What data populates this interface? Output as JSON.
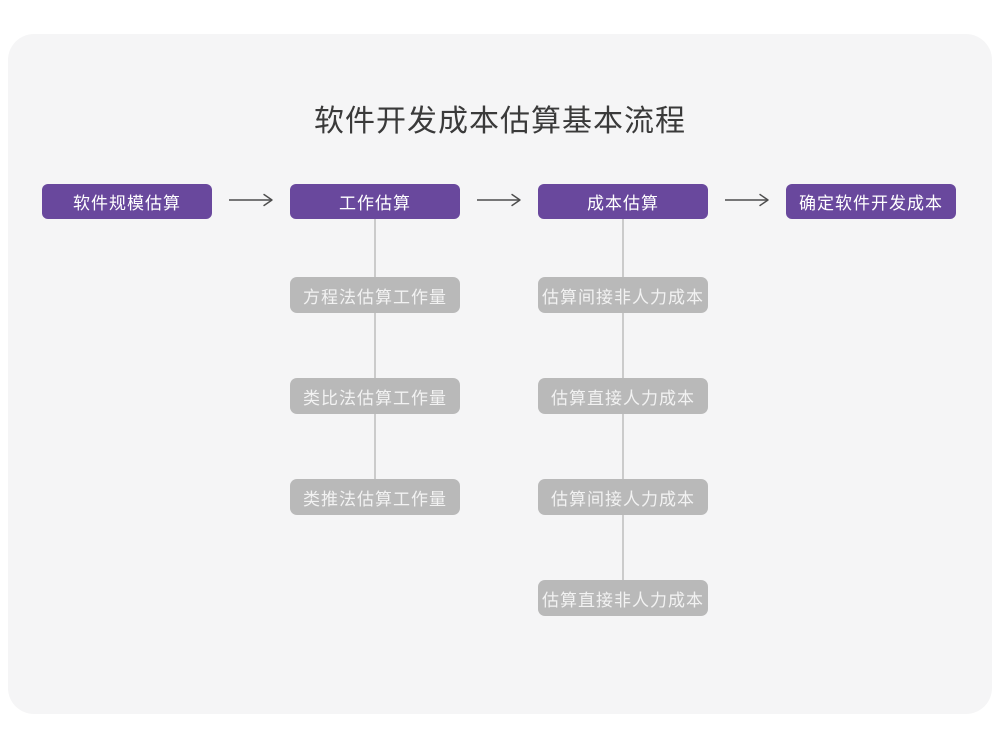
{
  "title": "软件开发成本估算基本流程",
  "colors": {
    "stage_box": "#69489d",
    "sub_box": "#b9b9b9",
    "card_bg": "#f5f5f6",
    "arrow": "#4d4d4d",
    "connector_line": "#cbcbcb"
  },
  "flow": {
    "stages": [
      {
        "label": "软件规模估算"
      },
      {
        "label": "工作估算"
      },
      {
        "label": "成本估算"
      },
      {
        "label": "确定软件开发成本"
      }
    ]
  },
  "columns": [
    {
      "items": [
        {
          "label": "方程法估算工作量"
        },
        {
          "label": "类比法估算工作量"
        },
        {
          "label": "类推法估算工作量"
        }
      ]
    },
    {
      "items": [
        {
          "label": "估算间接非人力成本"
        },
        {
          "label": "估算直接人力成本"
        },
        {
          "label": "估算间接人力成本"
        },
        {
          "label": "估算直接非人力成本"
        }
      ]
    }
  ]
}
